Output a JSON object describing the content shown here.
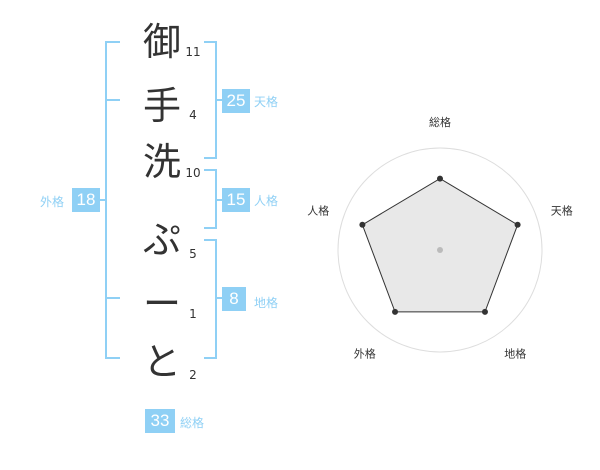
{
  "name_chars": [
    {
      "char": "御",
      "strokes": "11"
    },
    {
      "char": "手",
      "strokes": "4"
    },
    {
      "char": "洗",
      "strokes": "10"
    },
    {
      "char": "ぷ",
      "strokes": "5"
    },
    {
      "char": "ー",
      "strokes": "1"
    },
    {
      "char": "と",
      "strokes": "2"
    }
  ],
  "kaku": {
    "tenkaku": {
      "value": "25",
      "label": "天格"
    },
    "jinkaku": {
      "value": "15",
      "label": "人格"
    },
    "chikaku": {
      "value": "8",
      "label": "地格"
    },
    "gaikaku": {
      "value": "18",
      "label": "外格"
    },
    "soukaku": {
      "value": "33",
      "label": "総格"
    }
  },
  "colors": {
    "accent": "#8fd0f5",
    "text": "#333333"
  },
  "chart_data": {
    "type": "radar",
    "axes": [
      "総格",
      "天格",
      "地格",
      "外格",
      "人格"
    ],
    "values": [
      0.7,
      0.8,
      0.75,
      0.75,
      0.8
    ],
    "max": 1,
    "rings": 4
  }
}
